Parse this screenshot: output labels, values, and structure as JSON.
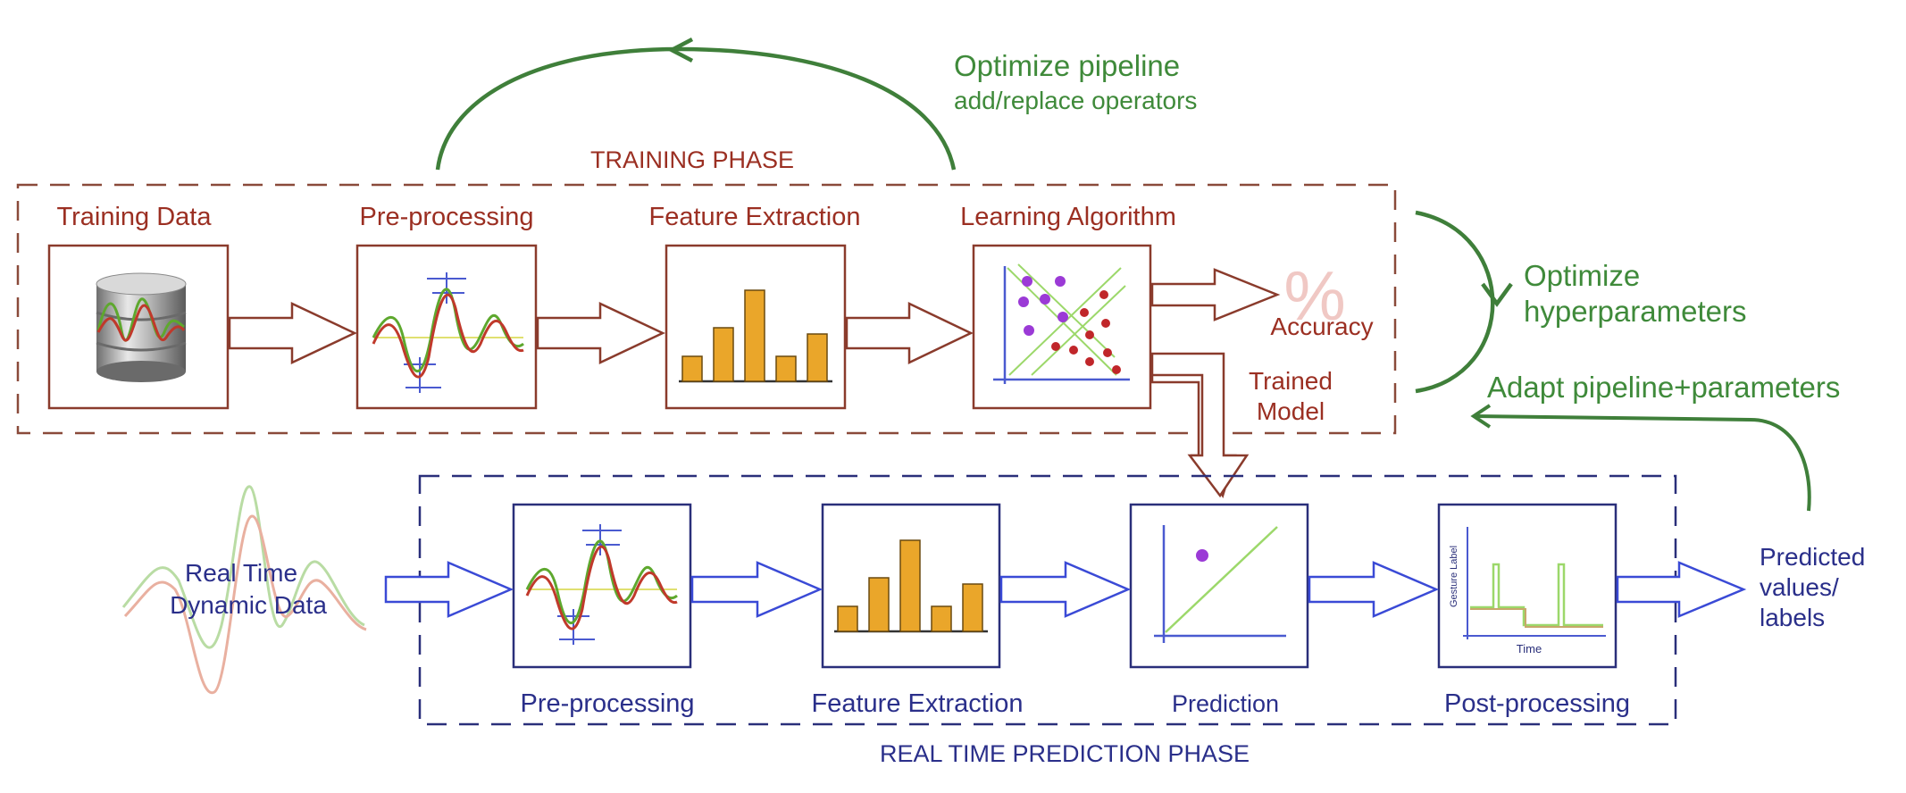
{
  "training_phase": {
    "label": "TRAINING PHASE",
    "stages": [
      {
        "title": "Training Data"
      },
      {
        "title": "Pre-processing"
      },
      {
        "title": "Feature Extraction"
      },
      {
        "title": "Learning Algorithm"
      }
    ],
    "accuracy_symbol": "%",
    "accuracy_label": "Accuracy",
    "trained_model_line1": "Trained",
    "trained_model_line2": "Model"
  },
  "prediction_phase": {
    "label": "REAL TIME PREDICTION PHASE",
    "input_line1": "Real Time",
    "input_line2": "Dynamic Data",
    "stages": [
      {
        "title": "Pre-processing"
      },
      {
        "title": "Feature Extraction"
      },
      {
        "title": "Prediction"
      },
      {
        "title": "Post-processing"
      }
    ],
    "post_axis_y": "Gesture Label",
    "post_axis_x": "Time",
    "output_line1": "Predicted",
    "output_line2": "values/",
    "output_line3": "labels"
  },
  "feedback": {
    "optimize_pipeline": "Optimize pipeline",
    "add_replace": "add/replace operators",
    "optimize_line1": "Optimize",
    "optimize_line2": "hyperparameters",
    "adapt": "Adapt pipeline+parameters"
  },
  "colors": {
    "training": "#9b2f22",
    "prediction": "#2a2f8a",
    "feedback": "#3f8a3a",
    "bars": "#eaa62a"
  }
}
